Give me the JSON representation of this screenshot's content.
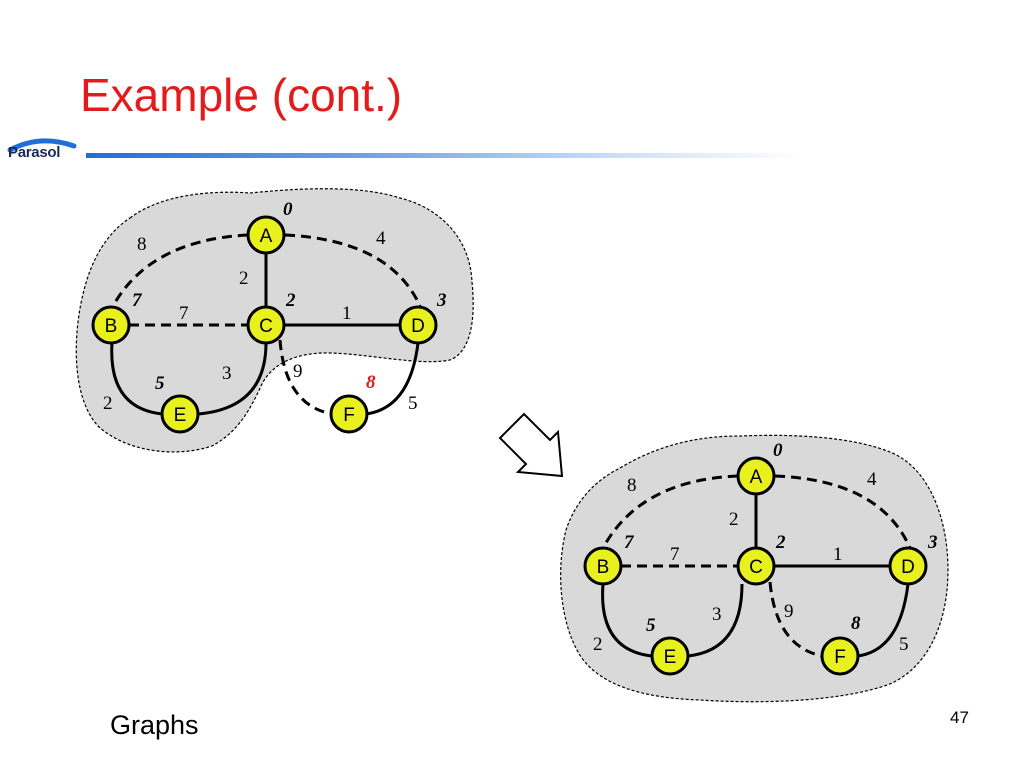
{
  "slide": {
    "title": "Example (cont.)",
    "footer": "Graphs",
    "page_number": "47"
  },
  "logo": {
    "text": "Parasol",
    "arc_color": "#1f6fd6"
  },
  "colors": {
    "title": "#e31b1b",
    "node_fill": "#e8f01e",
    "region_fill": "#d9d9d9",
    "highlight": "#e31b1b"
  },
  "graphs": [
    {
      "id": "before",
      "nodes": [
        {
          "label": "A",
          "dist": "0"
        },
        {
          "label": "B",
          "dist": "7"
        },
        {
          "label": "C",
          "dist": "2"
        },
        {
          "label": "D",
          "dist": "3"
        },
        {
          "label": "E",
          "dist": "5"
        },
        {
          "label": "F",
          "dist": "8",
          "highlight": true
        }
      ],
      "edges": [
        {
          "from": "A",
          "to": "B",
          "weight": "8",
          "style": "dashed"
        },
        {
          "from": "A",
          "to": "D",
          "weight": "4",
          "style": "dashed"
        },
        {
          "from": "A",
          "to": "C",
          "weight": "2",
          "style": "solid"
        },
        {
          "from": "B",
          "to": "C",
          "weight": "7",
          "style": "dashed"
        },
        {
          "from": "C",
          "to": "D",
          "weight": "1",
          "style": "solid"
        },
        {
          "from": "B",
          "to": "E",
          "weight": "2",
          "style": "solid"
        },
        {
          "from": "C",
          "to": "E",
          "weight": "3",
          "style": "solid"
        },
        {
          "from": "C",
          "to": "F",
          "weight": "9",
          "style": "dashed"
        },
        {
          "from": "D",
          "to": "F",
          "weight": "5",
          "style": "solid"
        }
      ]
    },
    {
      "id": "after",
      "nodes": [
        {
          "label": "A",
          "dist": "0"
        },
        {
          "label": "B",
          "dist": "7"
        },
        {
          "label": "C",
          "dist": "2"
        },
        {
          "label": "D",
          "dist": "3"
        },
        {
          "label": "E",
          "dist": "5"
        },
        {
          "label": "F",
          "dist": "8"
        }
      ],
      "edges": [
        {
          "from": "A",
          "to": "B",
          "weight": "8",
          "style": "dashed"
        },
        {
          "from": "A",
          "to": "D",
          "weight": "4",
          "style": "dashed"
        },
        {
          "from": "A",
          "to": "C",
          "weight": "2",
          "style": "solid"
        },
        {
          "from": "B",
          "to": "C",
          "weight": "7",
          "style": "dashed"
        },
        {
          "from": "C",
          "to": "D",
          "weight": "1",
          "style": "solid"
        },
        {
          "from": "B",
          "to": "E",
          "weight": "2",
          "style": "solid"
        },
        {
          "from": "C",
          "to": "E",
          "weight": "3",
          "style": "solid"
        },
        {
          "from": "C",
          "to": "F",
          "weight": "9",
          "style": "dashed"
        },
        {
          "from": "D",
          "to": "F",
          "weight": "5",
          "style": "solid"
        }
      ]
    }
  ]
}
